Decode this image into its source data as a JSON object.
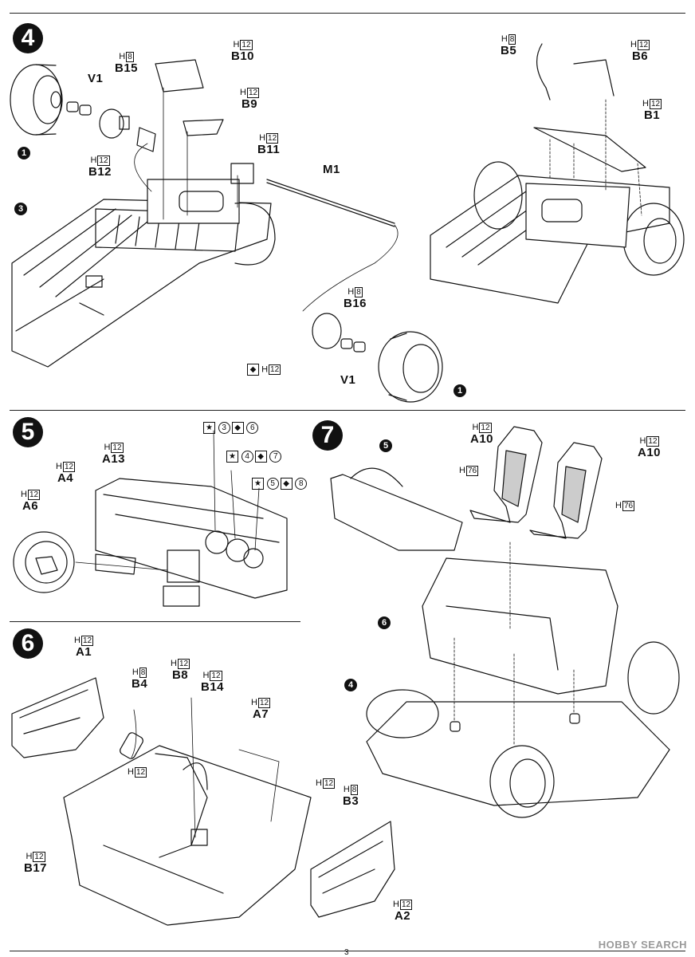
{
  "page_number": "3",
  "watermark": "HOBBY SEARCH",
  "steps": {
    "s4": "4",
    "s5": "5",
    "s6": "6",
    "s7": "7"
  },
  "bullets": {
    "s4_wheel_left": "1",
    "s4_wheel_right": "1",
    "s4_chassis": "3",
    "s7_dash": "5",
    "s7_tub": "6",
    "s7_chassis": "4"
  },
  "step4": {
    "B15": {
      "code": "B15",
      "paint": "H",
      "num": "8"
    },
    "V1_top": {
      "code": "V1"
    },
    "B10": {
      "code": "B10",
      "paint": "H",
      "num": "12"
    },
    "B9": {
      "code": "B9",
      "paint": "H",
      "num": "12"
    },
    "B11": {
      "code": "B11",
      "paint": "H",
      "num": "12"
    },
    "B12": {
      "code": "B12",
      "paint": "H",
      "num": "12"
    },
    "M1": {
      "code": "M1"
    },
    "B16": {
      "code": "B16",
      "paint": "H",
      "num": "8"
    },
    "V1_bottom": {
      "code": "V1"
    },
    "paint_small": {
      "paint": "H",
      "num": "12"
    },
    "B5": {
      "code": "B5",
      "paint": "H",
      "num": "8"
    },
    "B6": {
      "code": "B6",
      "paint": "H",
      "num": "12"
    },
    "B1": {
      "code": "B1",
      "paint": "H",
      "num": "12"
    }
  },
  "step5": {
    "A13": {
      "code": "A13",
      "paint": "H",
      "num": "12"
    },
    "A4": {
      "code": "A4",
      "paint": "H",
      "num": "12"
    },
    "A6": {
      "code": "A6",
      "paint": "H",
      "num": "12"
    },
    "decal_a": {
      "c1": "3",
      "c2": "6"
    },
    "decal_b": {
      "c1": "4",
      "c2": "7"
    },
    "decal_c": {
      "c1": "5",
      "c2": "8"
    }
  },
  "step6": {
    "A1": {
      "code": "A1",
      "paint": "H",
      "num": "12"
    },
    "B4": {
      "code": "B4",
      "paint": "H",
      "num": "8"
    },
    "B4_sub": {
      "paint": "H",
      "num": "12"
    },
    "B8": {
      "code": "B8",
      "paint": "H",
      "num": "12"
    },
    "B14": {
      "code": "B14",
      "paint": "H",
      "num": "12"
    },
    "A7": {
      "code": "A7",
      "paint": "H",
      "num": "12"
    },
    "B3": {
      "code": "B3",
      "paint": "H",
      "num": "8"
    },
    "B3_pre": {
      "paint": "H",
      "num": "12"
    },
    "B17": {
      "code": "B17",
      "paint": "H",
      "num": "12"
    },
    "A2": {
      "code": "A2",
      "paint": "H",
      "num": "12"
    }
  },
  "step7": {
    "A10_left": {
      "code": "A10",
      "paint": "H",
      "num": "12"
    },
    "A10_right": {
      "code": "A10",
      "paint": "H",
      "num": "12"
    },
    "H76_left": {
      "paint": "H",
      "num": "76"
    },
    "H76_right": {
      "paint": "H",
      "num": "76"
    }
  }
}
